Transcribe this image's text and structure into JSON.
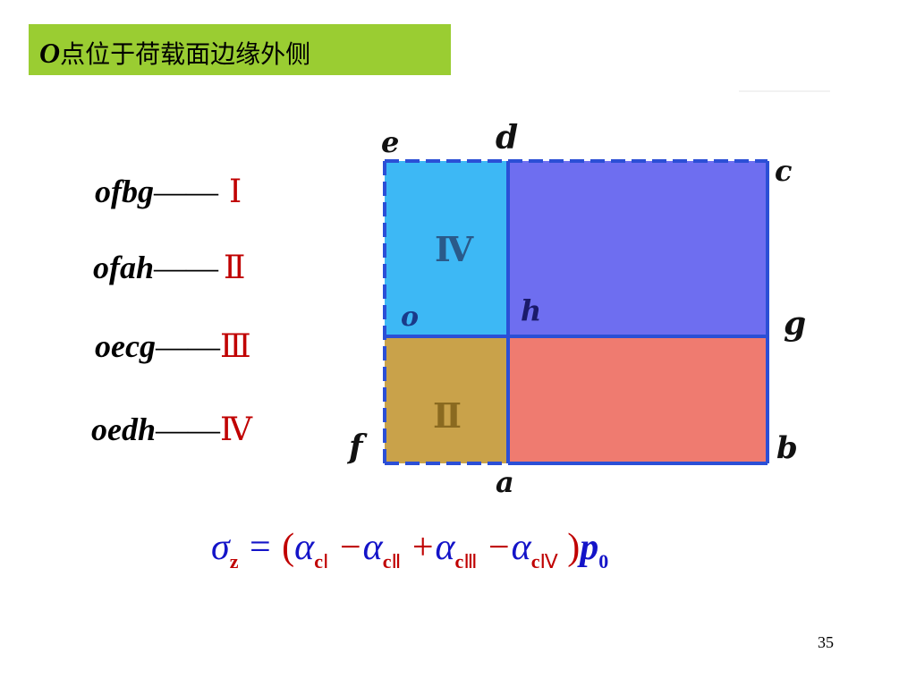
{
  "title": {
    "point": "O",
    "text": "点位于荷载面边缘外侧"
  },
  "legend": [
    {
      "name": "ofbg",
      "dash": "——",
      "numeral": "Ⅰ"
    },
    {
      "name": "ofah",
      "dash": "——",
      "numeral": "Ⅱ"
    },
    {
      "name": "oecg",
      "dash": "——",
      "numeral": "Ⅲ"
    },
    {
      "name": "oedh",
      "dash": "——",
      "numeral": "Ⅳ"
    }
  ],
  "diagram": {
    "corner_labels": {
      "e": "e",
      "d": "d",
      "c": "c",
      "o": "o",
      "h": "h",
      "g": "g",
      "f": "f",
      "a": "a",
      "b": "b"
    },
    "region_labels": {
      "upper_left": "Ⅳ",
      "lower_left": "Ⅱ"
    },
    "colors": {
      "upper_left": "#3db8f5",
      "upper_right": "#6e6ef0",
      "lower_left": "#c9a24a",
      "lower_right": "#ef7b70",
      "border": "#2b4fd6"
    }
  },
  "formula": {
    "sigma": "σ",
    "sigma_sub": "z",
    "equals": "=",
    "open": "(",
    "alpha": "α",
    "c": "c",
    "num1": "Ⅰ",
    "num2": "Ⅱ",
    "num3": "Ⅲ",
    "num4": "Ⅳ",
    "minus": "−",
    "plus": "+",
    "close": ")",
    "p": "p",
    "p_sub": "0"
  },
  "page_number": "35"
}
